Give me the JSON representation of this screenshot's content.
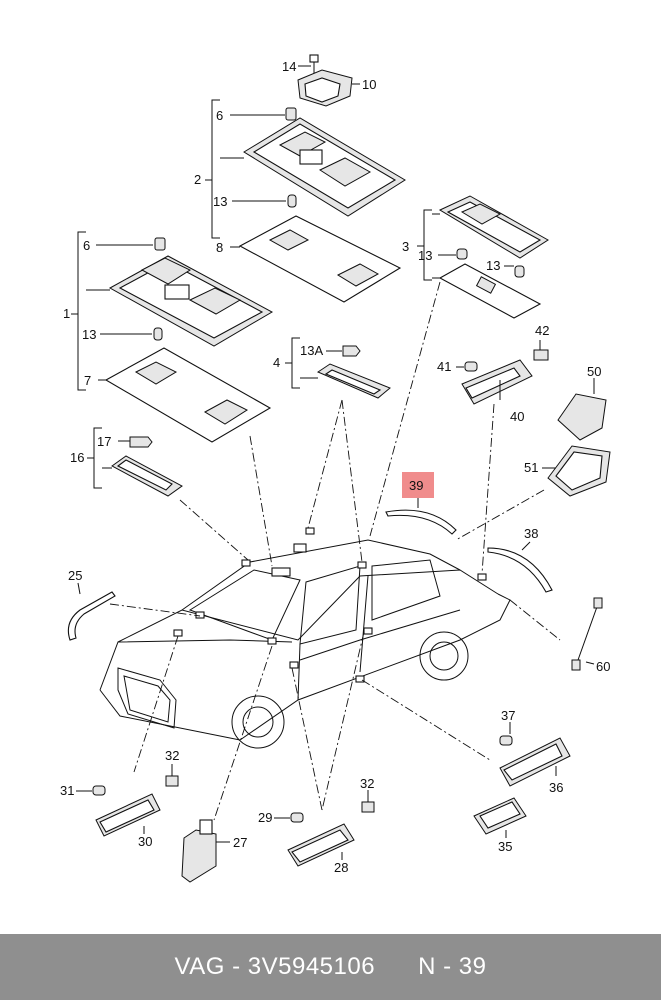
{
  "callouts": {
    "c1": "1",
    "c2": "2",
    "c3": "3",
    "c4": "4",
    "c6a": "6",
    "c6b": "6",
    "c7": "7",
    "c8": "8",
    "c10": "10",
    "c13a": "13",
    "c13b": "13",
    "c13c": "13",
    "c13d": "13",
    "c13A": "13A",
    "c14": "14",
    "c16": "16",
    "c17": "17",
    "c25": "25",
    "c27": "27",
    "c28": "28",
    "c29": "29",
    "c30": "30",
    "c31": "31",
    "c32a": "32",
    "c32b": "32",
    "c35": "35",
    "c36": "36",
    "c37": "37",
    "c38": "38",
    "c39": "39",
    "c40": "40",
    "c41": "41",
    "c42": "42",
    "c50": "50",
    "c51": "51",
    "c60": "60"
  },
  "highlight": {
    "label": "39",
    "color": "#f08c8c"
  },
  "footer": {
    "brand": "VAG",
    "part_number": "3V5945106",
    "ref": "N - 39",
    "background": "#8f8f8f"
  }
}
